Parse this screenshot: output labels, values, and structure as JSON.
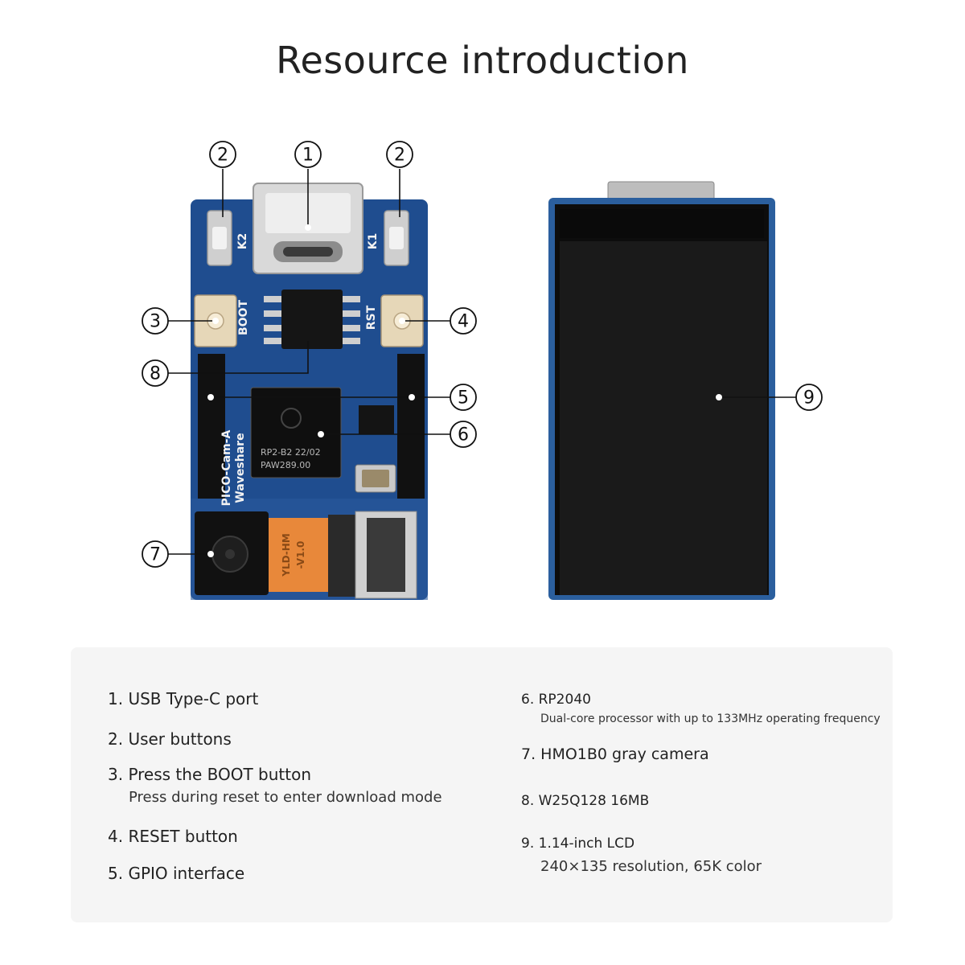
{
  "header": {
    "title": "Resource introduction"
  },
  "board": {
    "silk_k2": "K2",
    "silk_k1": "K1",
    "silk_boot": "BOOT",
    "silk_rst": "RST",
    "silk_model": "PICO-Cam-A",
    "silk_brand": "Waveshare",
    "chip_line1": "RP2-B2  22/02",
    "chip_line2": "PAW289.00",
    "flex_label_1": "YLD-HM",
    "flex_label_2": "-V1.0"
  },
  "callouts": [
    "1",
    "2",
    "2",
    "3",
    "4",
    "8",
    "5",
    "6",
    "7",
    "9"
  ],
  "resources": {
    "left": [
      {
        "main": "1. USB Type-C port",
        "sub": ""
      },
      {
        "main": "2. User buttons",
        "sub": ""
      },
      {
        "main": "3. Press the BOOT button",
        "sub": "Press during reset to enter download mode"
      },
      {
        "main": "4. RESET button",
        "sub": ""
      },
      {
        "main": "5. GPIO interface",
        "sub": ""
      }
    ],
    "right": [
      {
        "main": "6. RP2040",
        "sub": "Dual-core processor with up to 133MHz operating frequency"
      },
      {
        "main": "7. HMO1B0 gray camera",
        "sub": ""
      },
      {
        "main": "8. W25Q128 16MB",
        "sub": ""
      },
      {
        "main": "9. 1.14-inch LCD",
        "sub": "240×135 resolution, 65K color"
      }
    ]
  },
  "colors": {
    "pcb": "#1f4d8f",
    "pcb_dark": "#163a6e",
    "lcd": "#1a1a1a",
    "flex": "#e8883a"
  }
}
